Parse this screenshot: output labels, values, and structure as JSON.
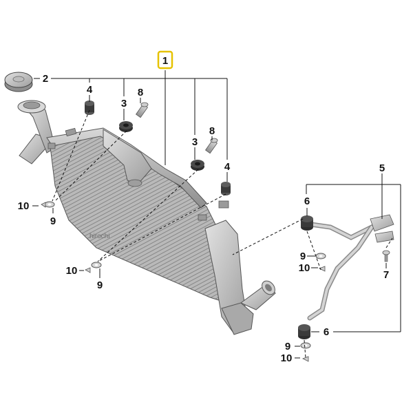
{
  "watermark": "hirochi",
  "callouts": [
    {
      "id": "c1",
      "label": "1",
      "highlighted": true
    },
    {
      "id": "c2",
      "label": "2"
    },
    {
      "id": "c3a",
      "label": "3"
    },
    {
      "id": "c3b",
      "label": "3"
    },
    {
      "id": "c4a",
      "label": "4"
    },
    {
      "id": "c4b",
      "label": "4"
    },
    {
      "id": "c5",
      "label": "5"
    },
    {
      "id": "c6a",
      "label": "6"
    },
    {
      "id": "c6b",
      "label": "6"
    },
    {
      "id": "c7",
      "label": "7"
    },
    {
      "id": "c8a",
      "label": "8"
    },
    {
      "id": "c8b",
      "label": "8"
    },
    {
      "id": "c9a",
      "label": "9"
    },
    {
      "id": "c9b",
      "label": "9"
    },
    {
      "id": "c9c",
      "label": "9"
    },
    {
      "id": "c9d",
      "label": "9"
    },
    {
      "id": "c10a",
      "label": "10"
    },
    {
      "id": "c10b",
      "label": "10"
    },
    {
      "id": "c10c",
      "label": "10"
    },
    {
      "id": "c10d",
      "label": "10"
    }
  ],
  "colors": {
    "highlight_border": "#e6c200",
    "line": "#111111",
    "part_dark": "#3a3a3a",
    "part_mid": "#8a8a8a",
    "part_light": "#c9c9c9"
  }
}
